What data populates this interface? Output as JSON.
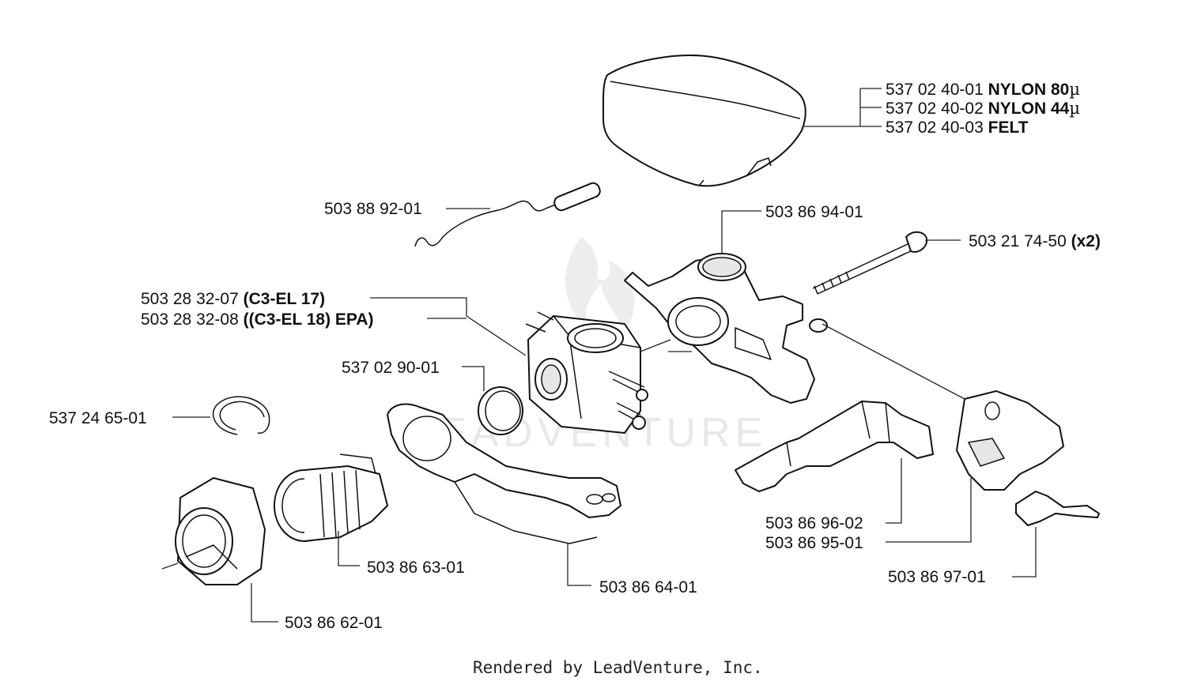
{
  "watermark": "LEADVENTURE",
  "labels": {
    "airfilter_1": {
      "part": "537 02 40-01",
      "note": "NYLON 80",
      "unit": "µ"
    },
    "airfilter_2": {
      "part": "537 02 40-02",
      "note": "NYLON 44",
      "unit": "µ"
    },
    "airfilter_3": {
      "part": "537 02 40-03",
      "note": "FELT"
    },
    "wire": {
      "part": "503 88 92-01"
    },
    "holder": {
      "part": "503 86 94-01"
    },
    "bolt": {
      "part": "503 21 74-50",
      "note": "(x2)"
    },
    "carb_1": {
      "part": "503 28 32-07",
      "note": "(C3-EL 17)"
    },
    "carb_2": {
      "part": "503 28 32-08",
      "note": "((C3-EL 18) EPA)"
    },
    "gasket": {
      "part": "537 02 90-01"
    },
    "ring": {
      "part": "537 24 65-01"
    },
    "intake": {
      "part": "503 86 63-01"
    },
    "bracket": {
      "part": "503 86 64-01"
    },
    "flange": {
      "part": "503 86 62-01"
    },
    "lever": {
      "part": "503 86 96-02"
    },
    "cover": {
      "part": "503 86 95-01"
    },
    "spring": {
      "part": "503 86 97-01"
    }
  },
  "footer": "Rendered by LeadVenture, Inc."
}
